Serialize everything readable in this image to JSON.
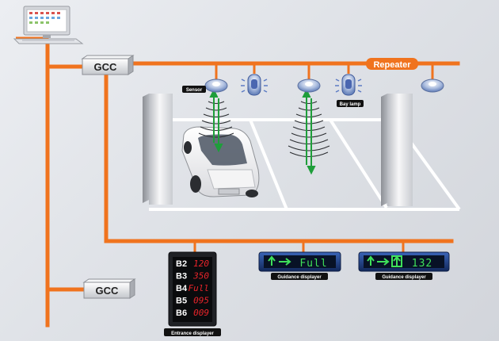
{
  "controllers": [
    {
      "label": "GCC"
    },
    {
      "label": "GCC"
    }
  ],
  "labels": {
    "repeater": "Repeater",
    "sensor": "Sensor",
    "bay_lamp": "Bay lamp",
    "guidance_displayer_1": "Guidance displayer",
    "guidance_displayer_2": "Guidance displayer",
    "entrance_displayer": "Entrance displayer"
  },
  "guidance_displays": [
    {
      "text": "Full"
    },
    {
      "text": "132"
    }
  ],
  "entrance_rows": [
    {
      "floor": "B2",
      "value": "120"
    },
    {
      "floor": "B3",
      "value": "350"
    },
    {
      "floor": "B4",
      "value": "Full"
    },
    {
      "floor": "B5",
      "value": "095"
    },
    {
      "floor": "B6",
      "value": "009"
    }
  ],
  "colors": {
    "wire": "#f0731e",
    "led_red": "#e8242a",
    "led_green": "#3fe05a",
    "display_blue": "#1d3f86"
  },
  "icons": [
    "computer-icon",
    "sensor-icon",
    "bay-lamp-icon",
    "repeater-icon",
    "car-icon",
    "arrow-up-icon",
    "arrow-right-icon"
  ]
}
